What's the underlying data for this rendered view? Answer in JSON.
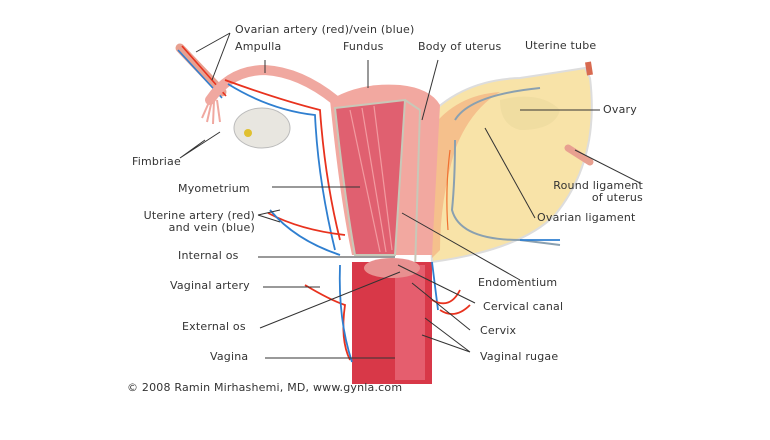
{
  "labels": {
    "ovarian_artery": "Ovarian artery (red)/vein (blue)",
    "ampulla": "Ampulla",
    "fundus": "Fundus",
    "body_of_uterus": "Body of uterus",
    "uterine_tube": "Uterine tube",
    "ovary": "Ovary",
    "fimbriae": "Fimbriae",
    "myometrium": "Myometrium",
    "round_ligament_1": "Round ligament",
    "round_ligament_2": "of uterus",
    "uterine_artery_1": "Uterine artery (red)",
    "uterine_artery_2": "and vein (blue)",
    "ovarian_ligament": "Ovarian ligament",
    "internal_os": "Internal os",
    "endomentium": "Endomentium",
    "vaginal_artery": "Vaginal artery",
    "cervical_canal": "Cervical canal",
    "external_os": "External os",
    "cervix": "Cervix",
    "vagina": "Vagina",
    "vaginal_rugae": "Vaginal rugae"
  },
  "copyright": "© 2008 Ramin Mirhashemi, MD, www.gynla.com",
  "colors": {
    "artery": "#e8321e",
    "vein": "#2f7fd0",
    "tissue": "#f0a09a",
    "muscle": "#e06070",
    "ligament": "#f8e3a8"
  }
}
